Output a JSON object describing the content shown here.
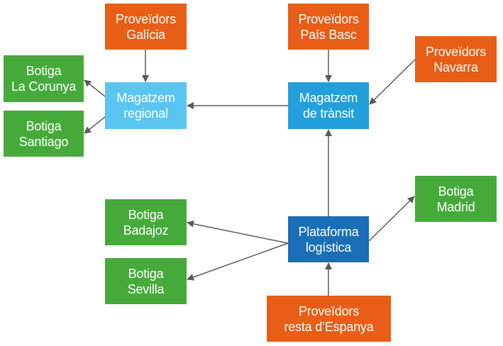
{
  "colors": {
    "supplier": "#e85e16",
    "store": "#46aa3b",
    "regional_warehouse": "#5bc5f2",
    "transit_warehouse": "#22a0dc",
    "logistics_platform": "#1a6eb8",
    "arrow": "#595a5c"
  },
  "nodes": {
    "prov_galicia": {
      "line1": "Proveïdors",
      "line2": "Galícia"
    },
    "prov_pais_basc": {
      "line1": "Proveïdors",
      "line2": "País Basc"
    },
    "prov_navarra": {
      "line1": "Proveïdors",
      "line2": "Navarra"
    },
    "botiga_corunya": {
      "line1": "Botiga",
      "line2": "La Corunya"
    },
    "botiga_santiago": {
      "line1": "Botiga",
      "line2": "Santiago"
    },
    "magatzem_regional": {
      "line1": "Magatzem",
      "line2": "regional"
    },
    "magatzem_transit": {
      "line1": "Magatzem",
      "line2": "de trànsit"
    },
    "botiga_madrid": {
      "line1": "Botiga",
      "line2": "Madrid"
    },
    "botiga_badajoz": {
      "line1": "Botiga",
      "line2": "Badajoz"
    },
    "botiga_sevilla": {
      "line1": "Botiga",
      "line2": "Sevilla"
    },
    "plataforma": {
      "line1": "Plataforma",
      "line2": "logística"
    },
    "prov_resta": {
      "line1": "Proveïdors",
      "line2": "resta d’Espanya"
    }
  },
  "edges": [
    {
      "from": "prov_galicia",
      "to": "magatzem_regional"
    },
    {
      "from": "prov_pais_basc",
      "to": "magatzem_transit"
    },
    {
      "from": "prov_navarra",
      "to": "magatzem_transit"
    },
    {
      "from": "magatzem_transit",
      "to": "magatzem_regional"
    },
    {
      "from": "magatzem_regional",
      "to": "botiga_corunya"
    },
    {
      "from": "magatzem_regional",
      "to": "botiga_santiago"
    },
    {
      "from": "plataforma",
      "to": "magatzem_transit"
    },
    {
      "from": "plataforma",
      "to": "botiga_madrid"
    },
    {
      "from": "plataforma",
      "to": "botiga_badajoz"
    },
    {
      "from": "plataforma",
      "to": "botiga_sevilla"
    },
    {
      "from": "prov_resta",
      "to": "plataforma"
    }
  ]
}
